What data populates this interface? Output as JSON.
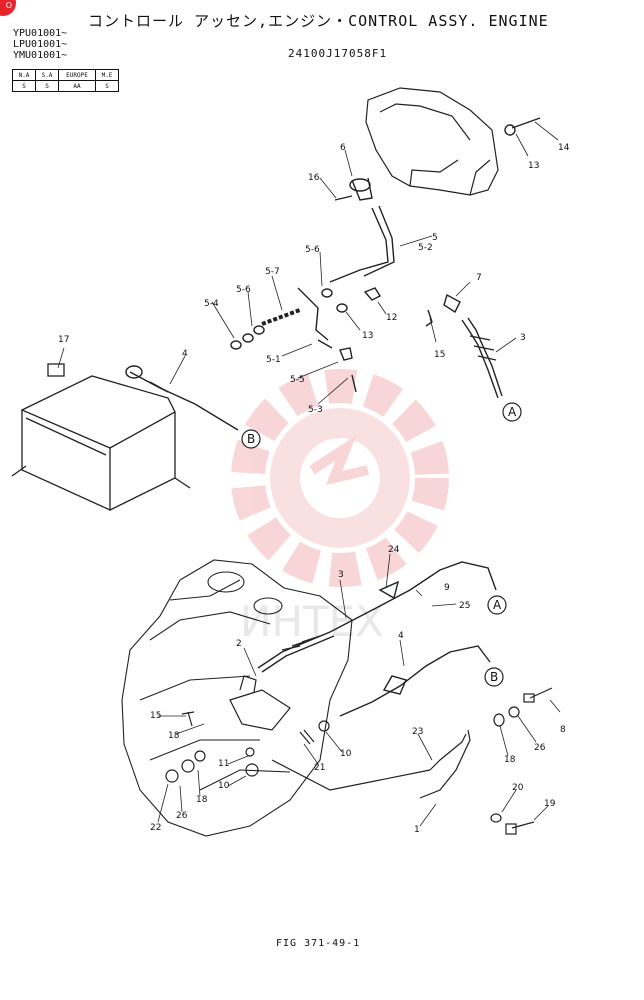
{
  "header": {
    "title": "コントロール アッセン,エンジン・CONTROL ASSY. ENGINE",
    "serials": [
      "YPU01001~",
      "LPU01001~",
      "YMU01001~"
    ],
    "part_number": "24100J17058F1"
  },
  "spec_table": {
    "headers": [
      "N.A",
      "S.A",
      "EUROPE",
      "M.E"
    ],
    "values": [
      "S",
      "S",
      "AA",
      "S"
    ]
  },
  "footer": {
    "figure": "FIG 371-49-1"
  },
  "watermark": {
    "text": "ИНТЕХ",
    "color": "#e8232a"
  },
  "corner_badge": {
    "text": "O",
    "color": "#e8232a"
  },
  "callouts": {
    "c6": "6",
    "c14": "14",
    "c13a": "13",
    "c16": "16",
    "c5": "5",
    "c52": "5-2",
    "c56a": "5-6",
    "c57": "5-7",
    "c7": "7",
    "c56b": "5-6",
    "c54": "5-4",
    "c12": "12",
    "c3a": "3",
    "c13b": "13",
    "c51": "5-1",
    "c15a": "15",
    "c55": "5-5",
    "c53": "5-3",
    "c17": "17",
    "c4a": "4",
    "c24": "24",
    "c3b": "3",
    "c9": "9",
    "c25": "25",
    "c4b": "4",
    "c2": "2",
    "c8": "8",
    "c26a": "26",
    "c15b": "15",
    "c18a": "18",
    "c23": "23",
    "c18b": "18",
    "c10a": "10",
    "c11": "11",
    "c21": "21",
    "c10b": "10",
    "c18c": "18",
    "c20": "20",
    "c19": "19",
    "c22": "22",
    "c26b": "26",
    "c1": "1"
  },
  "markers": {
    "a1": "A",
    "b1": "B",
    "a2": "A",
    "b2": "B"
  }
}
